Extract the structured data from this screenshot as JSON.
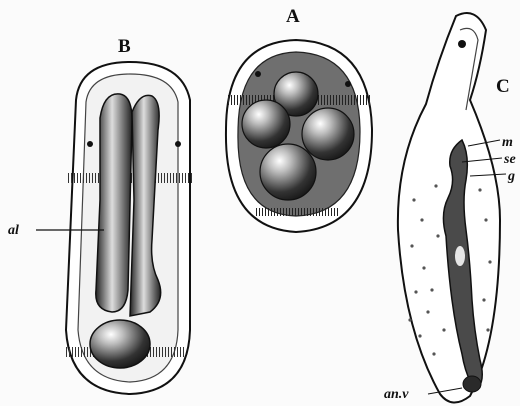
{
  "figures": [
    {
      "id": "B",
      "label": "B",
      "annotations": [
        "al"
      ]
    },
    {
      "id": "A",
      "label": "A",
      "annotations": []
    },
    {
      "id": "C",
      "label": "C",
      "annotations": [
        "m",
        "se",
        "g",
        "an.v"
      ]
    }
  ],
  "colors": {
    "ink": "#111111",
    "paper": "#fbfbfb",
    "shade": "#6f6f6f",
    "dark": "#2a2a2a"
  }
}
